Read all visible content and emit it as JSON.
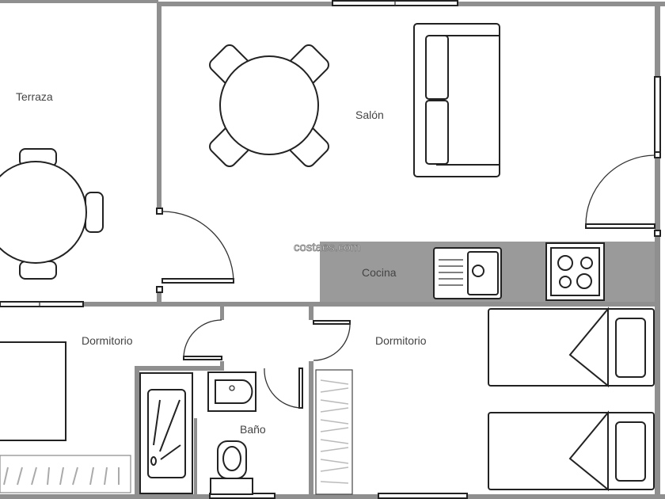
{
  "rooms": {
    "terrace": "Terraza",
    "living_room": "Salón",
    "kitchen": "Cocina",
    "bedroom_left": "Dormitorio",
    "bedroom_right": "Dormitorio",
    "bathroom": "Baño"
  },
  "watermark": "costaes.com",
  "colors": {
    "wall": "#8f8f8f",
    "kitchen_counter": "#9a9a9a"
  }
}
